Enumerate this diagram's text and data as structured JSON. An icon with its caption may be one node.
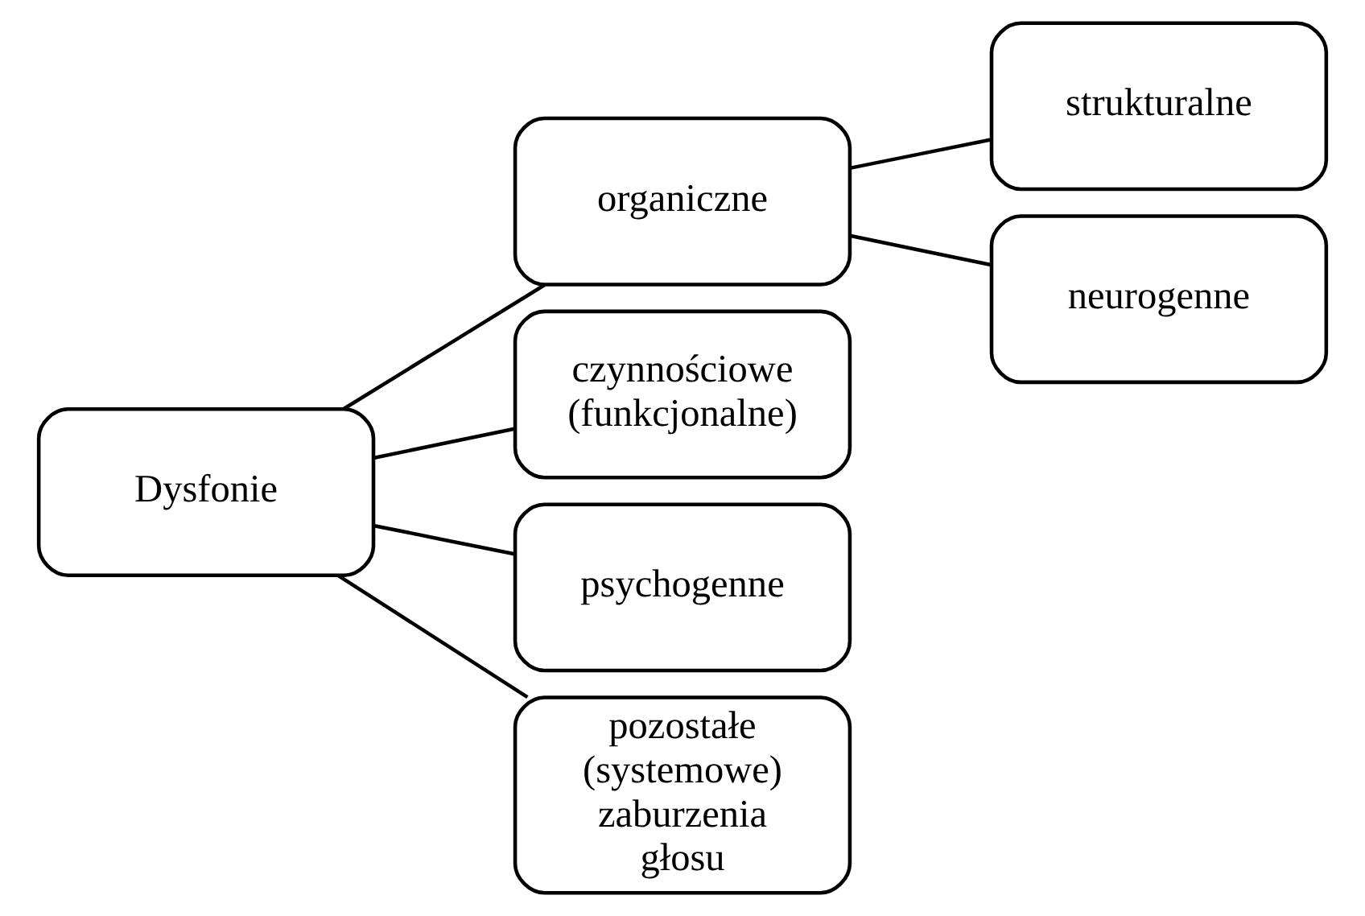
{
  "diagram": {
    "nodes": [
      {
        "text": [
          "Dysfonie"
        ]
      },
      {
        "text": [
          "organiczne"
        ]
      },
      {
        "text": [
          "czynnościowe (funkcjonalne)"
        ]
      },
      {
        "text": [
          "psychogenne"
        ]
      },
      {
        "text": [
          "pozostałe (systemowe) zaburzenia głosu"
        ]
      },
      {
        "text": [
          "strukturalne"
        ]
      },
      {
        "text": [
          "neurogenne"
        ]
      }
    ],
    "edges": [
      {
        "from": 0,
        "to": 1,
        "arrow": "none"
      },
      {
        "from": 0,
        "to": 2,
        "arrow": "none"
      },
      {
        "from": 0,
        "to": 3,
        "arrow": "none"
      },
      {
        "from": 0,
        "to": 4,
        "arrow": "none"
      },
      {
        "from": 1,
        "to": 5,
        "arrow": "none"
      },
      {
        "from": 1,
        "to": 6,
        "arrow": "none"
      }
    ]
  }
}
